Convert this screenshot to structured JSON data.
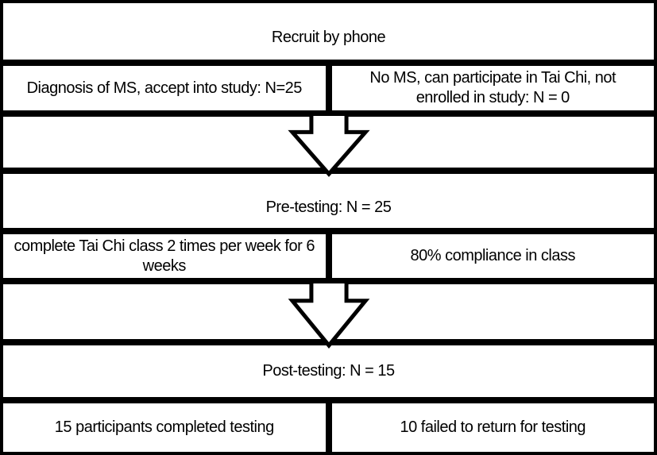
{
  "flowchart": {
    "recruit": "Recruit by phone",
    "row2": {
      "left": "Diagnosis of MS, accept into study: N=25",
      "right": "No MS, can participate in Tai Chi, not\nenrolled in study: N = 0"
    },
    "pre_testing": "Pre-testing: N = 25",
    "row5": {
      "left": "complete Tai Chi class 2 times per week for 6\nweeks",
      "right": "80% compliance in class"
    },
    "post_testing": "Post-testing: N = 15",
    "row8": {
      "left": "15 participants completed testing",
      "right": "10 failed to return for testing"
    },
    "counts": {
      "accepted": 25,
      "not_enrolled": 0,
      "pre_testing_n": 25,
      "post_testing_n": 15,
      "completed_testing": 15,
      "failed_to_return": 10
    },
    "colors": {
      "background": "#ffffff",
      "border": "#000000",
      "text": "#000000",
      "arrow_fill": "#ffffff",
      "arrow_outline": "#000000"
    }
  }
}
